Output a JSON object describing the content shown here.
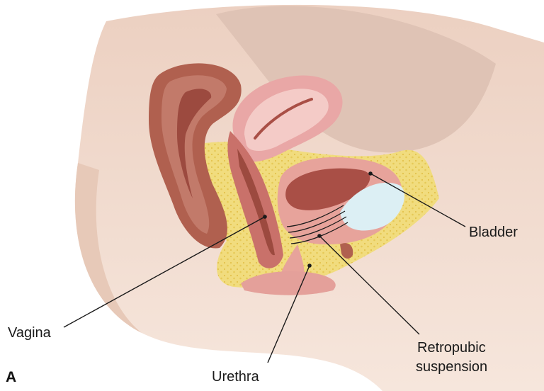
{
  "figure": {
    "panel_label": "A",
    "labels": {
      "bladder": "Bladder",
      "vagina": "Vagina",
      "urethra": "Urethra",
      "retropubic_line1": "Retropubic",
      "retropubic_line2": "suspension"
    },
    "colors": {
      "skin": "#f3ddd0",
      "skin_shadow": "#e4c0ad",
      "fat": "#f1dc7e",
      "fat_dots": "#e3c24c",
      "muscle": "#b0604f",
      "mucosa": "#e7a39b",
      "uterus": "#e9a7a6",
      "uterus_light": "#f4cbc7",
      "lumen": "#a94f46",
      "bladder_fluid": "#dceff4"
    }
  }
}
